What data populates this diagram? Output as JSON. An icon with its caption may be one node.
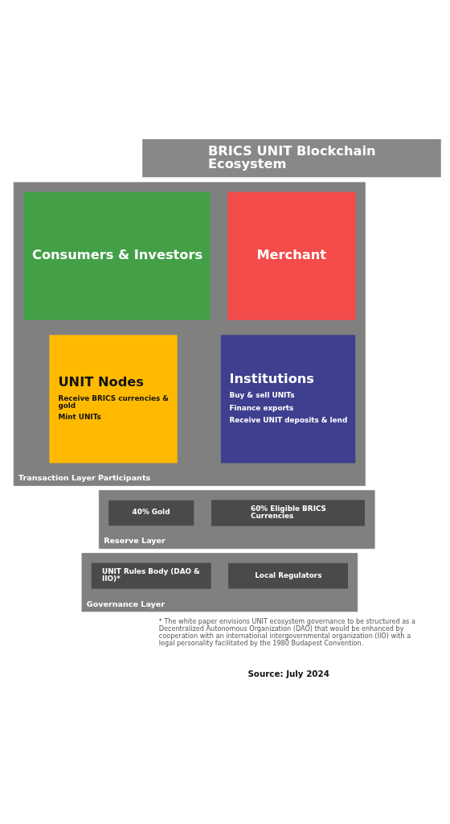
{
  "diagram": {
    "nodes": [
      {
        "text": [
          "BRICS UNIT Blockchain Ecosystem"
        ]
      },
      {
        "text": [
          "Transaction Layer Participants"
        ]
      },
      {
        "text": [
          "Merchant"
        ],
        "in": 1
      },
      {
        "text": [
          "Consumers & Investors"
        ],
        "in": 1
      },
      {
        "text": [
          "Institutions",
          "Buy & sell UNITs",
          "Finance exports",
          "Receive UNIT deposits & lend"
        ],
        "in": 1
      },
      {
        "text": [
          "UNIT Nodes",
          "Receive BRICS currencies & gold",
          "Mint UNITs"
        ],
        "in": 1
      },
      {
        "text": [
          "Reserve Layer"
        ]
      },
      {
        "text": [
          "60% Eligible BRICS Currencies"
        ],
        "in": 6
      },
      {
        "text": [
          "40% Gold"
        ],
        "in": 6
      },
      {
        "text": [
          "Governance Layer"
        ]
      },
      {
        "text": [
          "Local Regulators"
        ],
        "in": 9
      },
      {
        "text": [
          "UNIT Rules Body (DAO & IIO)*"
        ],
        "in": 9
      }
    ],
    "edges": [],
    "labels": [
      "* The white paper envisions UNIT ecosystem governance to be structured as a Decentralized Autonomous Organization (DAO) that would be enhanced by cooperation with an international intergovernmental organization (IIO) with a legal personality facilitated by the 1980 Budapest Convention.",
      "Source: July 2024"
    ]
  }
}
